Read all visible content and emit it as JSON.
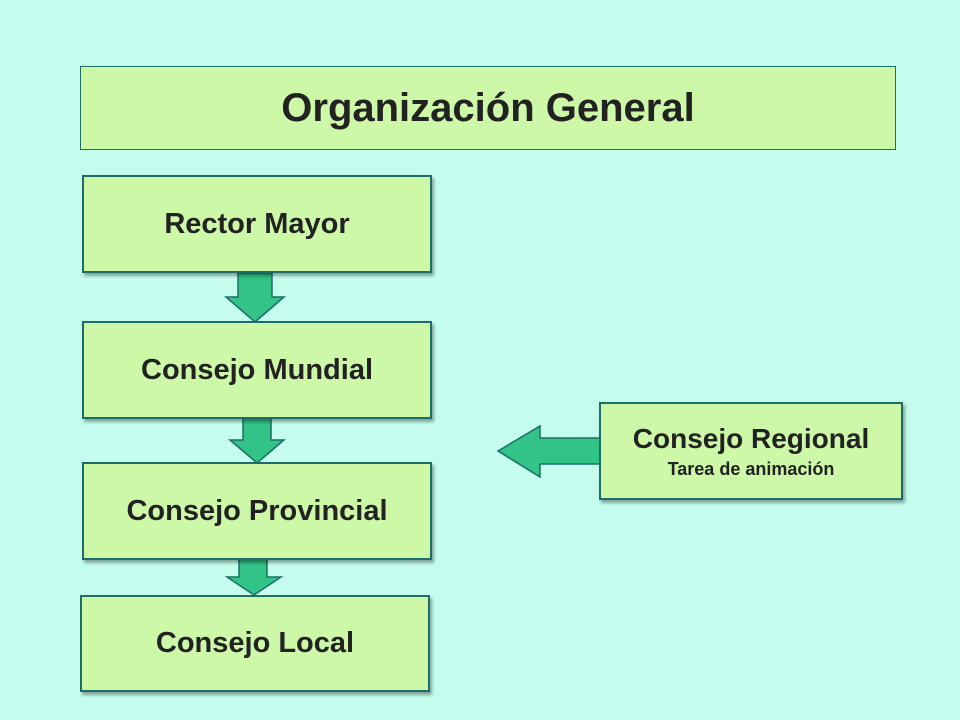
{
  "title": "Organización General",
  "nodes": {
    "rector_mayor": "Rector Mayor",
    "consejo_mundial": "Consejo Mundial",
    "consejo_provincial": "Consejo Provincial",
    "consejo_local": "Consejo Local",
    "consejo_regional": {
      "name": "Consejo Regional",
      "subtitle": "Tarea de animación"
    }
  },
  "colors": {
    "background": "#c4fdee",
    "box_fill": "#ccf8a8",
    "box_border": "#1d6e66",
    "arrow_fill": "#32c387",
    "arrow_stroke": "#1d6e66"
  }
}
